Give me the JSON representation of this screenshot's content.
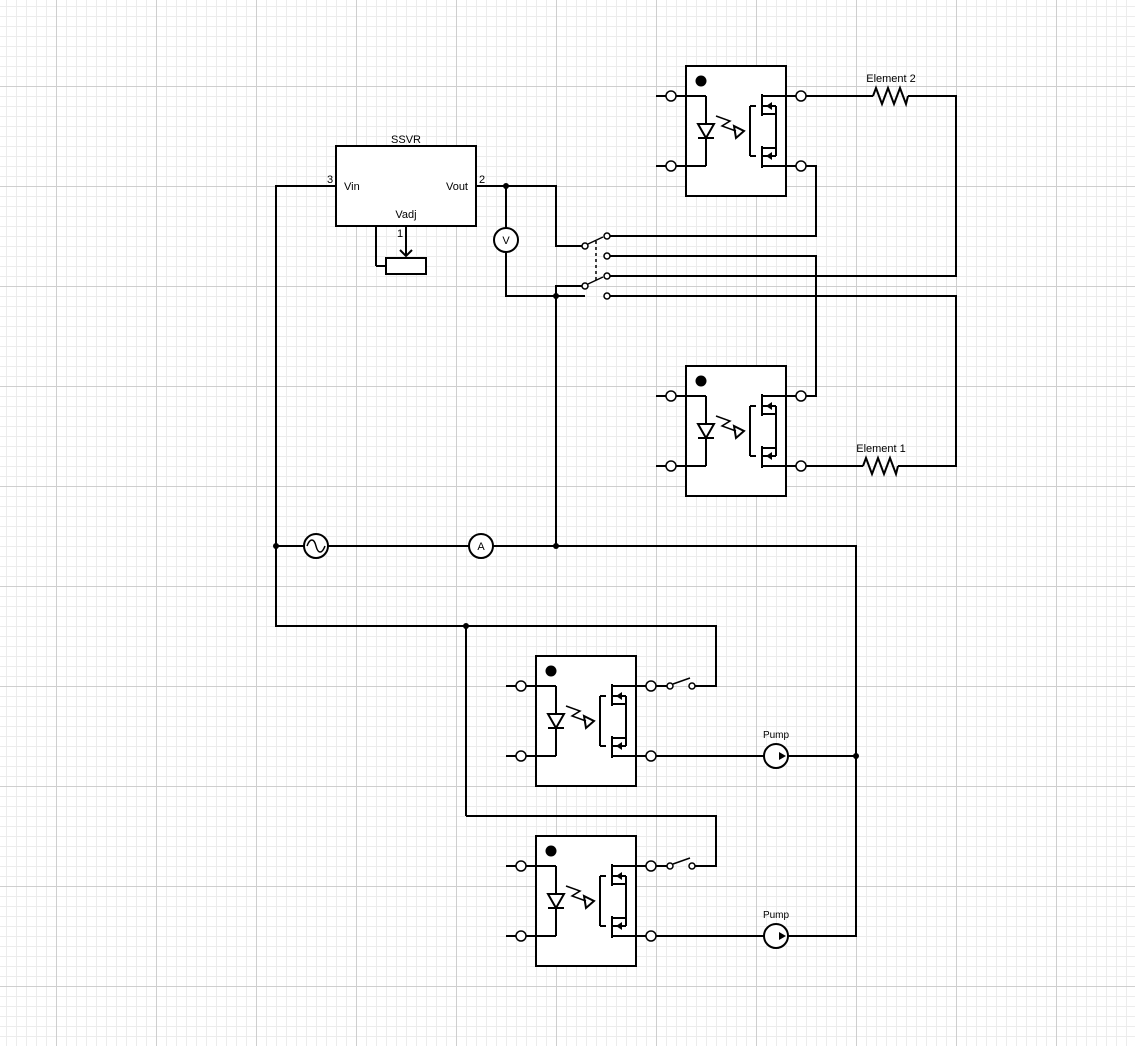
{
  "ssvr": {
    "title": "SSVR",
    "vin_label": "Vin",
    "vout_label": "Vout",
    "vadj_label": "Vadj",
    "pin_vin": "3",
    "pin_vout": "2",
    "pin_adj": "1"
  },
  "meters": {
    "voltmeter": "V",
    "ammeter": "A"
  },
  "loads": {
    "element_1": "Element 1",
    "element_2": "Element 2",
    "pump_1": "Pump",
    "pump_2": "Pump"
  }
}
